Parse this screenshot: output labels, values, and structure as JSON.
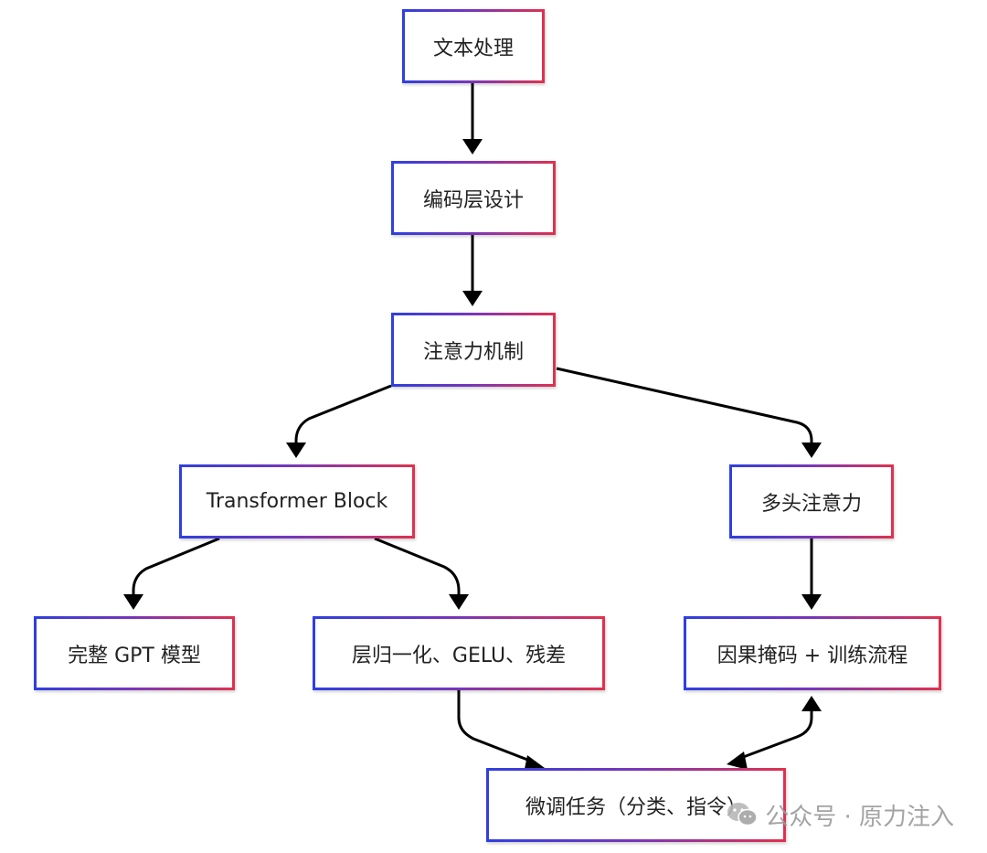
{
  "diagram": {
    "nodes": {
      "text_processing": "文本处理",
      "encoder_design": "编码层设计",
      "attention_mechanism": "注意力机制",
      "transformer_block": "Transformer Block",
      "multi_head_attention": "多头注意力",
      "full_gpt_model": "完整 GPT 模型",
      "layernorm_gelu_residual": "层归一化、GELU、残差",
      "causal_mask_training": "因果掩码 + 训练流程",
      "fine_tuning_tasks": "微调任务（分类、指令）"
    },
    "edges": [
      {
        "from": "text_processing",
        "to": "encoder_design"
      },
      {
        "from": "encoder_design",
        "to": "attention_mechanism"
      },
      {
        "from": "attention_mechanism",
        "to": "transformer_block"
      },
      {
        "from": "attention_mechanism",
        "to": "multi_head_attention"
      },
      {
        "from": "transformer_block",
        "to": "full_gpt_model"
      },
      {
        "from": "transformer_block",
        "to": "layernorm_gelu_residual"
      },
      {
        "from": "multi_head_attention",
        "to": "causal_mask_training"
      },
      {
        "from": "layernorm_gelu_residual",
        "to": "fine_tuning_tasks"
      },
      {
        "from": "causal_mask_training",
        "to": "fine_tuning_tasks",
        "bidirectional": true
      }
    ]
  },
  "watermark": {
    "text": "公众号 · 原力注入",
    "icon": "wechat-icon"
  },
  "colors": {
    "gradient_start": "#2f3fe0",
    "gradient_end": "#e0314f",
    "edge": "#000000"
  }
}
